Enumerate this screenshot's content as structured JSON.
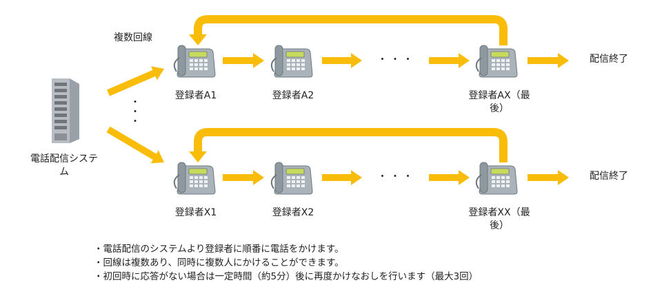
{
  "diagram": {
    "server_label": "電話配信システム",
    "lines_label": "複数回線",
    "vertical_ellipsis": "・\n・\n・",
    "row_ellipsis": "・ ・ ・",
    "end_label": "配信終了",
    "rows": [
      {
        "subscribers": [
          "登録者A1",
          "登録者A2",
          "登録者AX（最後）"
        ]
      },
      {
        "subscribers": [
          "登録者X1",
          "登録者X2",
          "登録者XX（最後）"
        ]
      }
    ],
    "colors": {
      "arrow": "#f9bd09",
      "phone_body": "#a9b3b9",
      "phone_screen": "#c7dc5c",
      "server": "#b8bcc3"
    }
  },
  "notes": [
    "・電話配信のシステムより登録者に順番に電話をかけます。",
    "・回線は複数あり、同時に複数人にかけることができます。",
    "・初回時に応答がない場合は一定時間（約5分）後に再度かけなおしを行います（最大3回）"
  ]
}
